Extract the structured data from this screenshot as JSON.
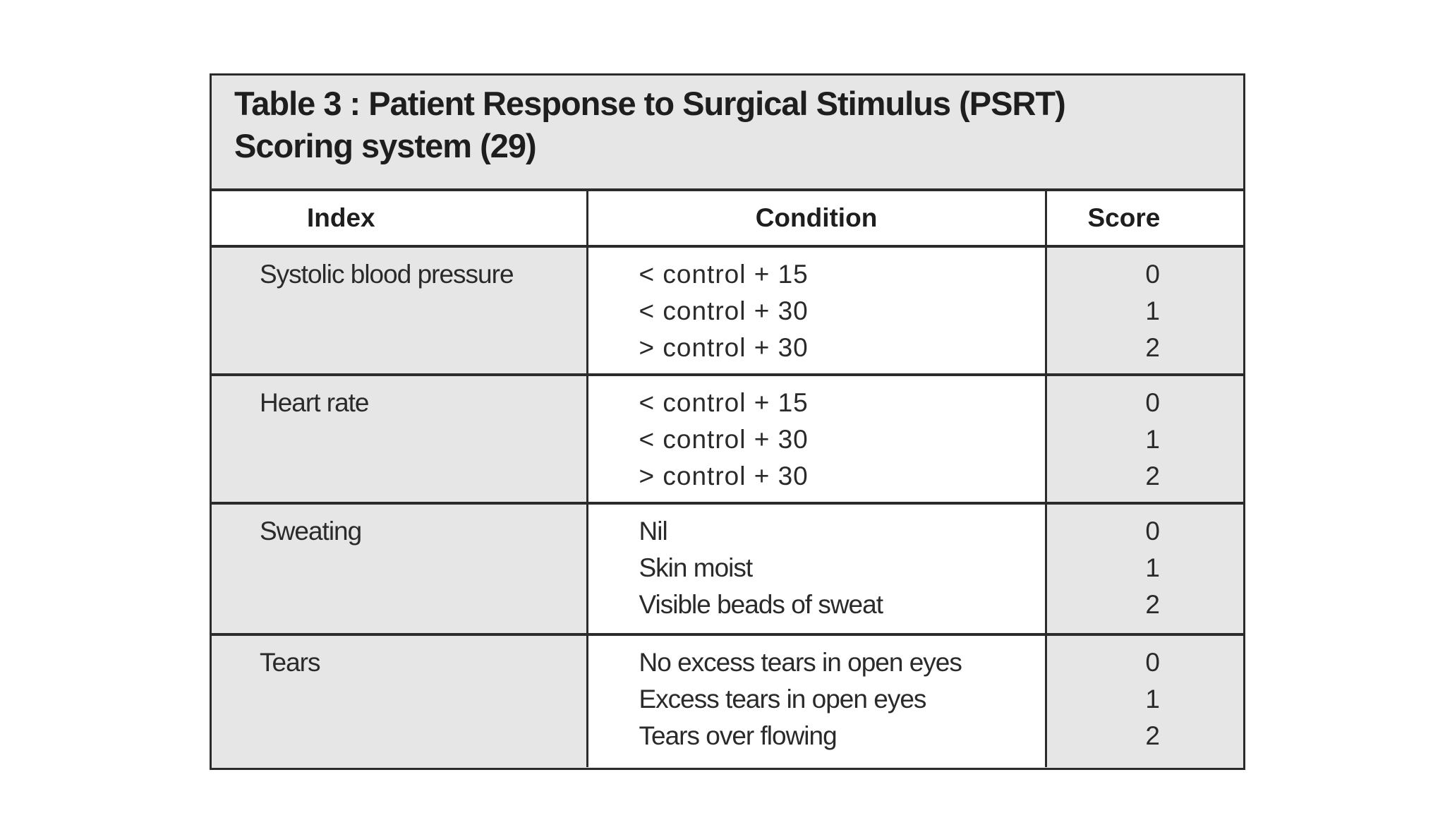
{
  "table": {
    "title_line1": "Table 3 : Patient Response to Surgical Stimulus (PSRT)",
    "title_line2": "Scoring system (29)",
    "headers": {
      "index": "Index",
      "condition": "Condition",
      "score": "Score"
    },
    "rows": [
      {
        "index": "Systolic blood pressure",
        "conditions": [
          "< control + 15",
          "< control + 30",
          "> control + 30"
        ],
        "scores": [
          "0",
          "1",
          "2"
        ]
      },
      {
        "index": "Heart rate",
        "conditions": [
          "< control + 15",
          "< control + 30",
          "> control + 30"
        ],
        "scores": [
          "0",
          "1",
          "2"
        ]
      },
      {
        "index": "Sweating",
        "conditions": [
          "Nil",
          "Skin moist",
          "Visible beads of sweat"
        ],
        "scores": [
          "0",
          "1",
          "2"
        ]
      },
      {
        "index": "Tears",
        "conditions": [
          "No excess tears in open eyes",
          "Excess tears in open eyes",
          "Tears over flowing"
        ],
        "scores": [
          "0",
          "1",
          "2"
        ]
      }
    ]
  }
}
